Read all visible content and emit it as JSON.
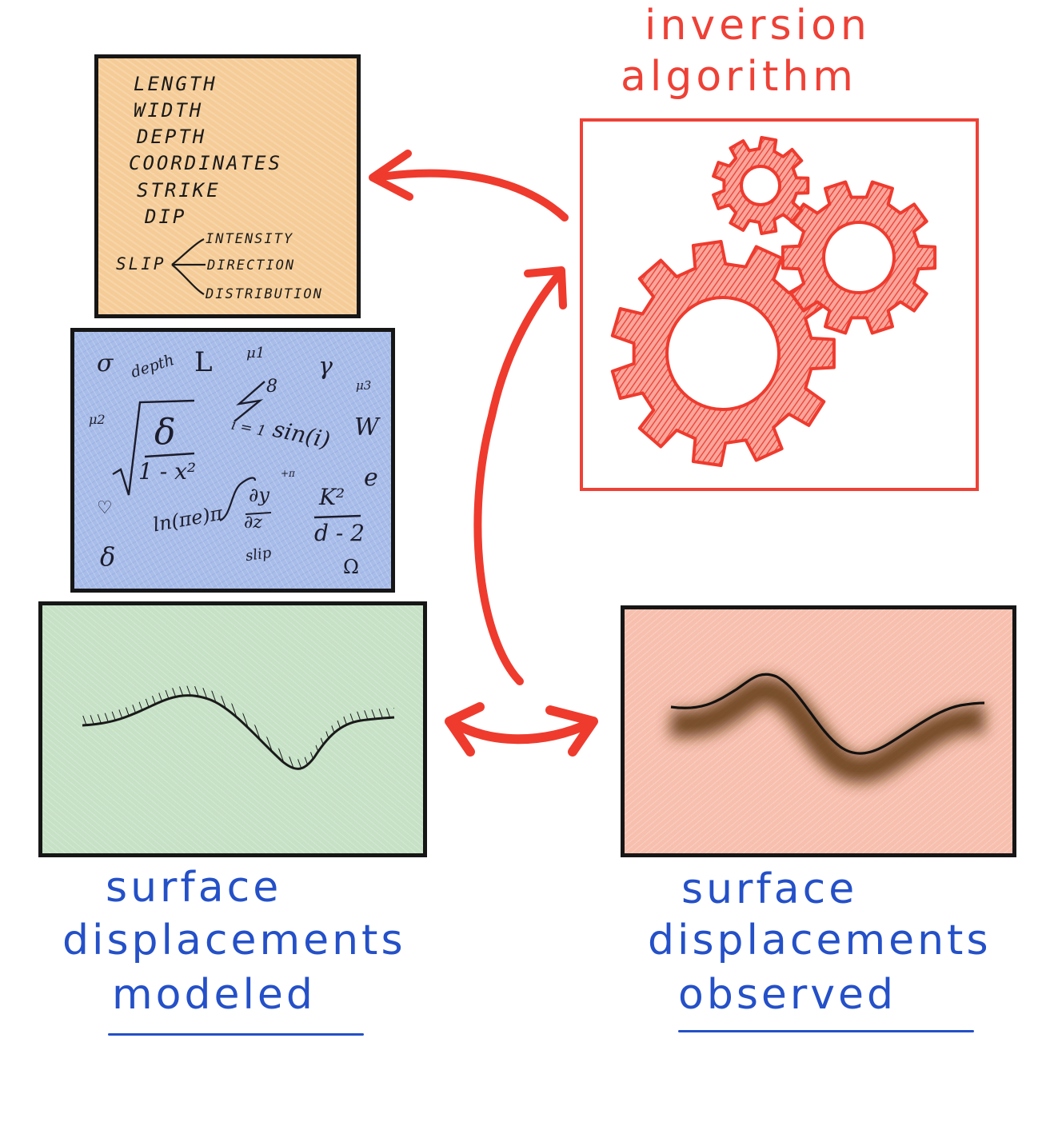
{
  "algorithm": {
    "title_line1": "inversion",
    "title_line2": "algorithm",
    "color": "#ee4136"
  },
  "parameters": {
    "items": [
      "LENGTH",
      "WIDTH",
      "DEPTH",
      "COORDINATES",
      "STRIKE",
      "DIP"
    ],
    "slip_label": "SLIP",
    "slip_subitems": [
      "INTENSITY",
      "DIRECTION",
      "DISTRIBUTION"
    ],
    "background": "#f5cc97"
  },
  "equations": {
    "symbols": [
      "σ",
      "depth",
      "L",
      "μ1",
      "γ",
      "μ3",
      "μ2",
      "δ",
      "1 - x²",
      "i = 1",
      "8",
      "sin(i)",
      "W",
      "e",
      "♡",
      "ln(πe)π",
      "∂y",
      "∂z",
      "+π",
      "K²",
      "d - 2",
      "δ",
      "slip",
      "Ω"
    ],
    "background": "#a9bde9"
  },
  "modeled": {
    "label_line1": "surface",
    "label_line2": "displacements",
    "label_line3": "modeled",
    "background": "#c6e1c6"
  },
  "observed": {
    "label_line1": "surface",
    "label_line2": "displacements",
    "label_line3": "observed",
    "background": "#f7bfae"
  },
  "colors": {
    "label_blue": "#2450c8",
    "outline": "#161616",
    "arrow": "#ee3b2e"
  }
}
